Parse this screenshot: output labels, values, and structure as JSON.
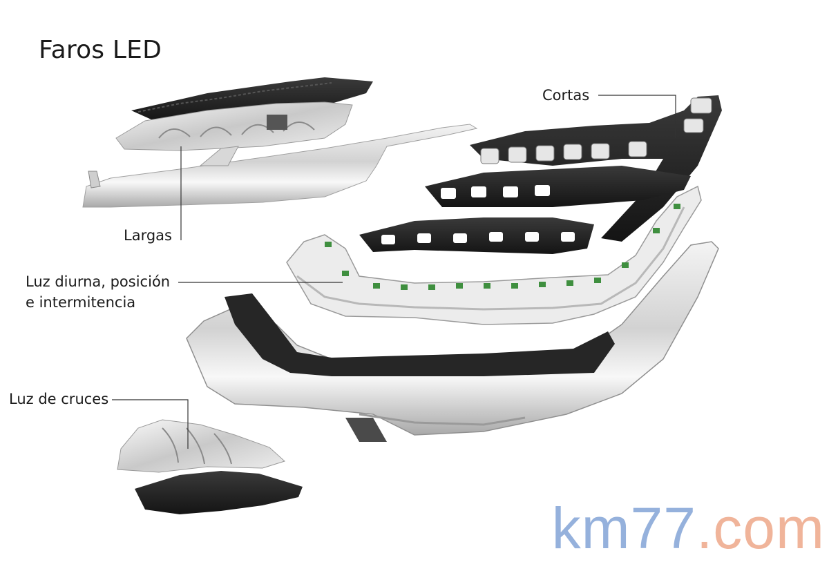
{
  "title": "Faros LED",
  "labels": {
    "largas": "Largas",
    "cortas": "Cortas",
    "luz_diurna_1": "Luz diurna, posición",
    "luz_diurna_2": "e intermitencia",
    "luz_cruces": "Luz de cruces"
  },
  "watermark": {
    "part1": "km77",
    "part2": ".com"
  }
}
